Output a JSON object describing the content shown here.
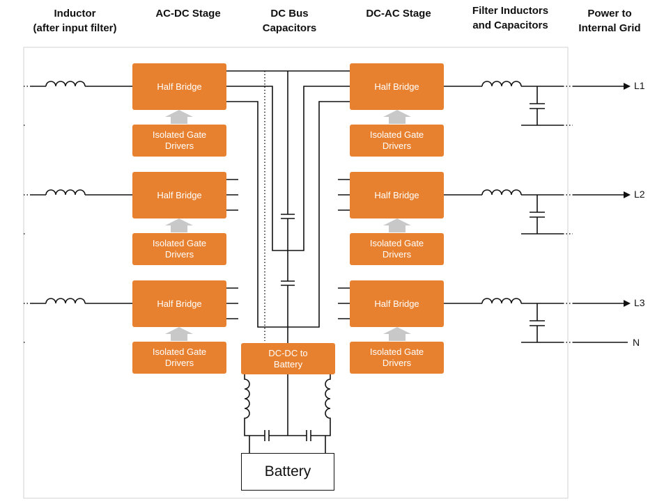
{
  "headers": [
    {
      "id": "inductor",
      "lines": [
        "Inductor",
        "(after input filter)"
      ]
    },
    {
      "id": "acdc",
      "lines": [
        "AC-DC  Stage"
      ]
    },
    {
      "id": "dcbus",
      "lines": [
        "DC Bus",
        "Capacitors"
      ]
    },
    {
      "id": "dcac",
      "lines": [
        "DC-AC  Stage"
      ]
    },
    {
      "id": "filter",
      "lines": [
        "Filter Inductors",
        "and Capacitors"
      ]
    },
    {
      "id": "power",
      "lines": [
        "Power to",
        "Internal Grid"
      ]
    }
  ],
  "blocks": {
    "half_bridge": "Half Bridge",
    "gate_drivers": [
      "Isolated Gate",
      "Drivers"
    ],
    "dcdc": [
      "DC-DC to",
      "Battery"
    ]
  },
  "battery": "Battery",
  "outputs": [
    "L1",
    "L2",
    "L3",
    "N"
  ],
  "colors": {
    "block": "#E8812F",
    "arrow": "#C8C8C8",
    "line": "#111111",
    "frame": "#D0D0D0"
  }
}
